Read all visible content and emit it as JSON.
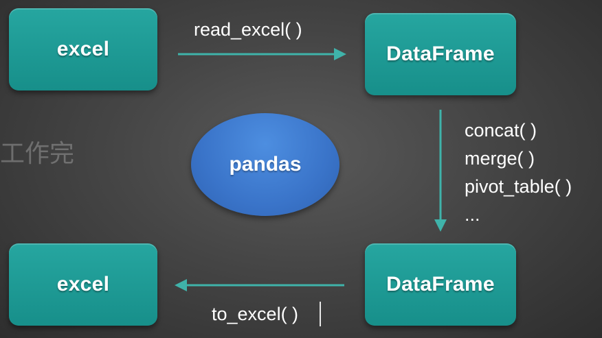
{
  "nodes": {
    "excel_top": "excel",
    "dataframe_top": "DataFrame",
    "pandas": "pandas",
    "excel_bottom": "excel",
    "dataframe_bottom": "DataFrame"
  },
  "edges": {
    "read": "read_excel( )",
    "to": "to_excel( )"
  },
  "functions": [
    "concat( )",
    "merge( )",
    "pivot_table( )",
    "..."
  ],
  "watermark": "工作完",
  "colors": {
    "box": "#1a9a94",
    "ellipse": "#3f7bd0",
    "arrow": "#3fb3aa",
    "background": "#444444"
  }
}
